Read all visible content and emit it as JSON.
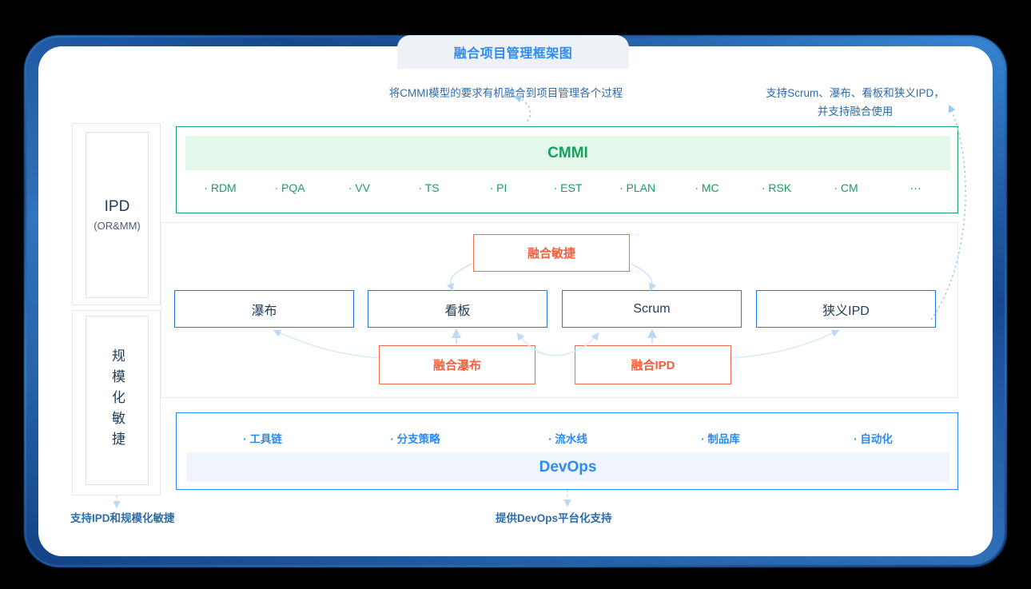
{
  "title": "融合项目管理框架图",
  "notes": {
    "cmmi": "将CMMI模型的要求有机融合到项目管理各个过程",
    "methods": "支持Scrum、瀑布、看板和狭义IPD，\n并支持融合使用"
  },
  "left_column": {
    "ipd": {
      "label": "IPD",
      "sub": "(OR&MM)"
    },
    "scaled_agile": {
      "label": "规模化敏捷"
    }
  },
  "cmmi": {
    "band_label": "CMMI",
    "items": [
      "RDM",
      "PQA",
      "VV",
      "TS",
      "PI",
      "EST",
      "PLAN",
      "MC",
      "RSK",
      "CM",
      "···"
    ],
    "color": "#16a05f",
    "band_bg": "#e3f7ea"
  },
  "methods": {
    "boxes": [
      "瀑布",
      "看板",
      "Scrum",
      "狭义IPD"
    ],
    "color": "#1f7ae0"
  },
  "fusion": {
    "top": "融合敏捷",
    "waterfall": "融合瀑布",
    "ipd": "融合IPD",
    "color": "#f2603c"
  },
  "devops": {
    "band_label": "DevOps",
    "items": [
      "工具链",
      "分支策略",
      "流水线",
      "制品库",
      "自动化"
    ],
    "color": "#2b8bf2",
    "band_bg": "#f0f5fd"
  },
  "captions": {
    "left": "支持IPD和规模化敏捷",
    "center": "提供DevOps平台化支持"
  },
  "theme": {
    "frame_blue": "#2a6fbd",
    "title_blue": "#2b8bf2",
    "note_blue": "#2f6ca8",
    "arrow_blue": "#bcd9f5"
  }
}
